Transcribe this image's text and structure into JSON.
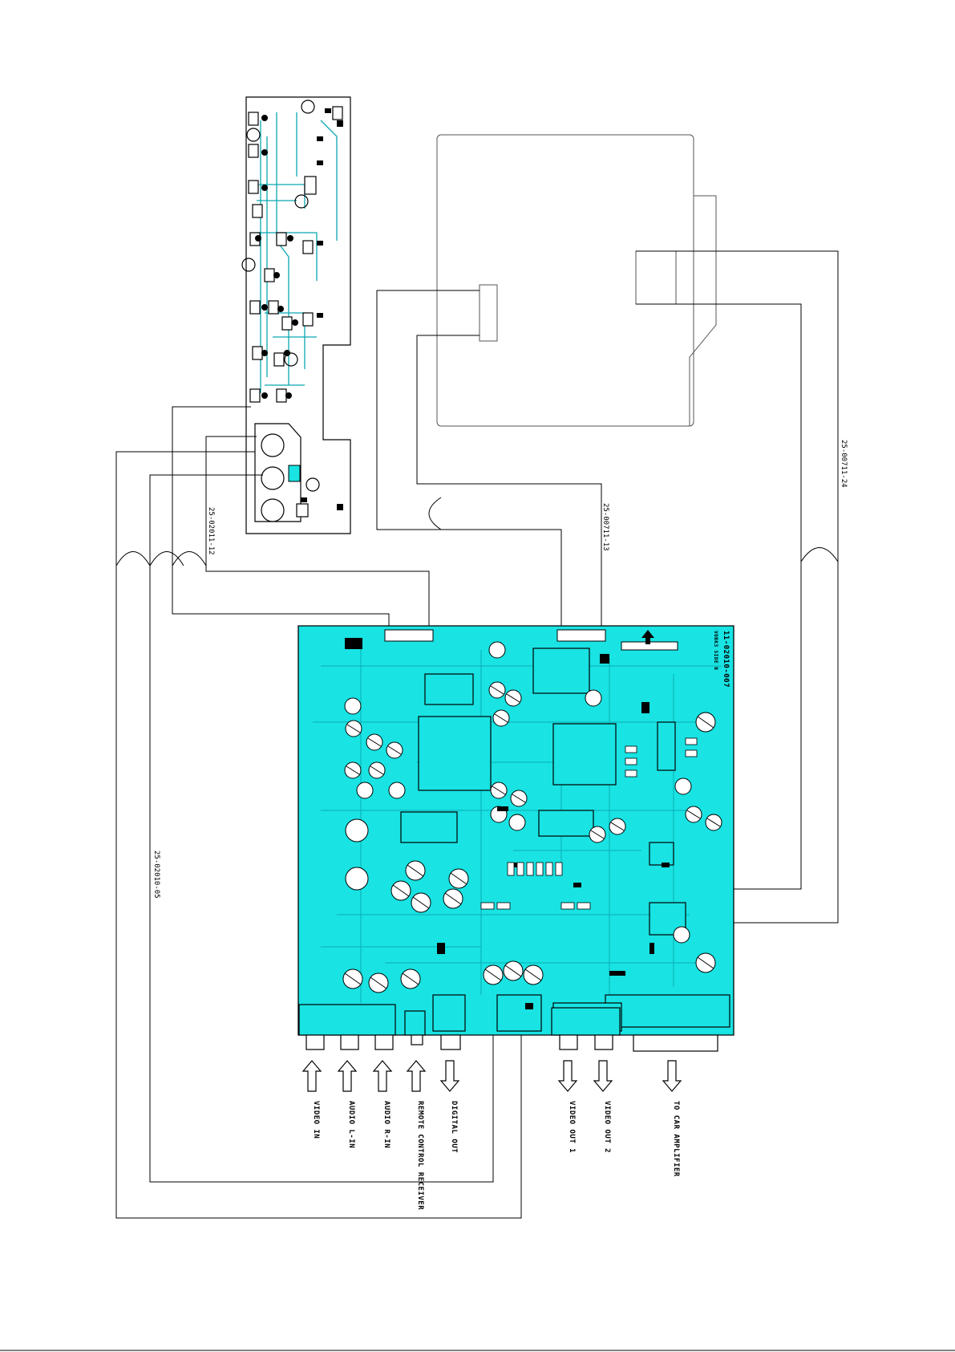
{
  "diagram": {
    "board_part_number": "11-02010-007",
    "board_silk": "VOBK3 SIDE B",
    "cables": {
      "c1": "25-02011-12",
      "c2": "25-00711-13",
      "c3": "25-00711-24",
      "c4": "25-02010-05"
    },
    "ports": [
      {
        "label": "VIDEO IN",
        "direction": "in"
      },
      {
        "label": "AUDIO L-IN",
        "direction": "in"
      },
      {
        "label": "AUDIO R-IN",
        "direction": "in"
      },
      {
        "label": "REMOTE CONTROL RECEIVER",
        "direction": "in"
      },
      {
        "label": "DIGITAL OUT",
        "direction": "out"
      },
      {
        "label": "VIDEO OUT 1",
        "direction": "out"
      },
      {
        "label": "VIDEO OUT 2",
        "direction": "out"
      },
      {
        "label": "TO CAR AMPLIFIER",
        "direction": "out"
      }
    ],
    "colors": {
      "pcb_fill": "#19e3e3",
      "trace": "#0aa8b0",
      "wire": "#000000"
    }
  }
}
